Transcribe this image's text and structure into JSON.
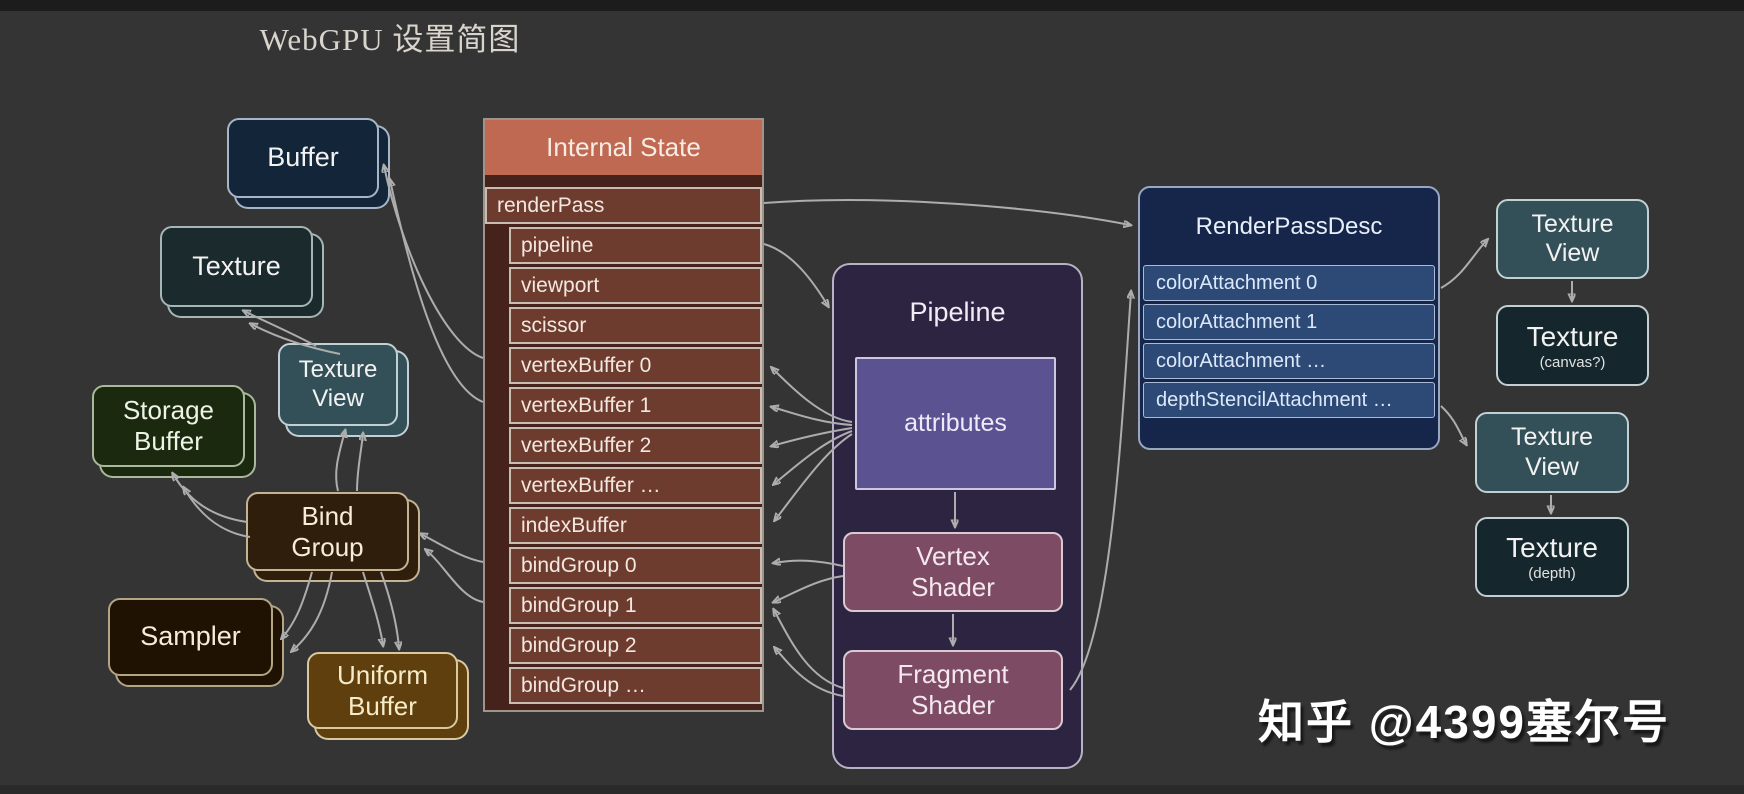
{
  "page": {
    "title": "WebGPU 设置简图",
    "watermark": "知乎 @4399塞尔号"
  },
  "colors": {
    "background": "#343434",
    "internal_state_header": "#bf6852",
    "internal_state_row": "#6e3c2f",
    "internal_state_frame": "#46221d",
    "pipeline_bg": "#2c2440",
    "attributes_bg": "#5b5292",
    "shader_bg": "#7d4b64",
    "render_pass_desc_bg": "#16264a",
    "render_pass_row_bg": "#2d4a77",
    "texture_view_bg": "#335058",
    "texture_dark_bg": "#15262c",
    "buffer_bg": "#132539",
    "storage_buffer_bg": "#1b2a0f",
    "bind_group_bg": "#2f1e0b",
    "sampler_bg": "#201203",
    "uniform_buffer_bg": "#5e3f0d",
    "arrow": "#adadad"
  },
  "left_boxes": {
    "buffer": "Buffer",
    "texture": "Texture",
    "texture_view": "Texture\nView",
    "storage_buffer": "Storage\nBuffer",
    "bind_group": "Bind\nGroup",
    "sampler": "Sampler",
    "uniform_buffer": "Uniform\nBuffer"
  },
  "internal_state": {
    "header": "Internal State",
    "rows": [
      "renderPass",
      "pipeline",
      "viewport",
      "scissor",
      "vertexBuffer 0",
      "vertexBuffer 1",
      "vertexBuffer 2",
      "vertexBuffer …",
      "indexBuffer",
      "bindGroup 0",
      "bindGroup 1",
      "bindGroup 2",
      "bindGroup …"
    ]
  },
  "pipeline": {
    "title": "Pipeline",
    "attributes": "attributes",
    "vertex_shader": "Vertex\nShader",
    "fragment_shader": "Fragment\nShader"
  },
  "render_pass_desc": {
    "header": "RenderPassDesc",
    "rows": [
      "colorAttachment 0",
      "colorAttachment 1",
      "colorAttachment …",
      "depthStencilAttachment …"
    ]
  },
  "right_boxes": {
    "texture_view_top": "Texture\nView",
    "texture_canvas": "Texture",
    "texture_canvas_sub": "(canvas?)",
    "texture_view_bottom": "Texture\nView",
    "texture_depth": "Texture",
    "texture_depth_sub": "(depth)"
  }
}
